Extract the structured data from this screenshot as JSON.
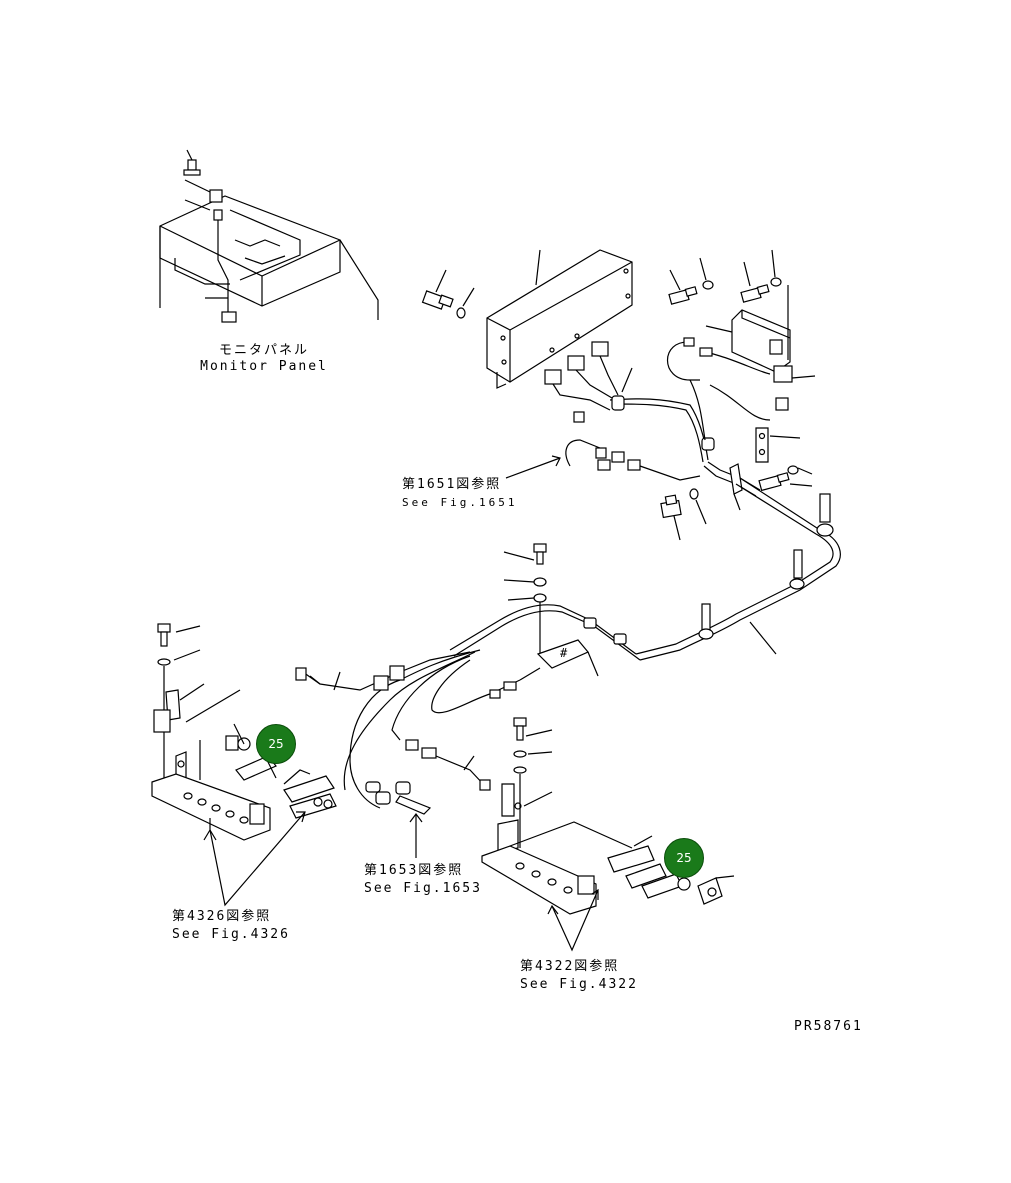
{
  "monitor_panel": {
    "label_jp": "モニタパネル",
    "label_en": "Monitor Panel"
  },
  "refs": [
    {
      "id": "ref-1651",
      "jp": "第1651図参照",
      "en": "See Fig.1651"
    },
    {
      "id": "ref-1653",
      "jp": "第1653図参照",
      "en": "See Fig.1653"
    },
    {
      "id": "ref-4326",
      "jp": "第4326図参照",
      "en": "See Fig.4326"
    },
    {
      "id": "ref-4322",
      "jp": "第4322図参照",
      "en": "See Fig.4322"
    }
  ],
  "callouts": [
    {
      "id": "callout-25-left",
      "number": "25",
      "color": "#1a7a1a"
    },
    {
      "id": "callout-25-right",
      "number": "25",
      "color": "#1a7a1a"
    }
  ],
  "drawing_number": "PR58761"
}
